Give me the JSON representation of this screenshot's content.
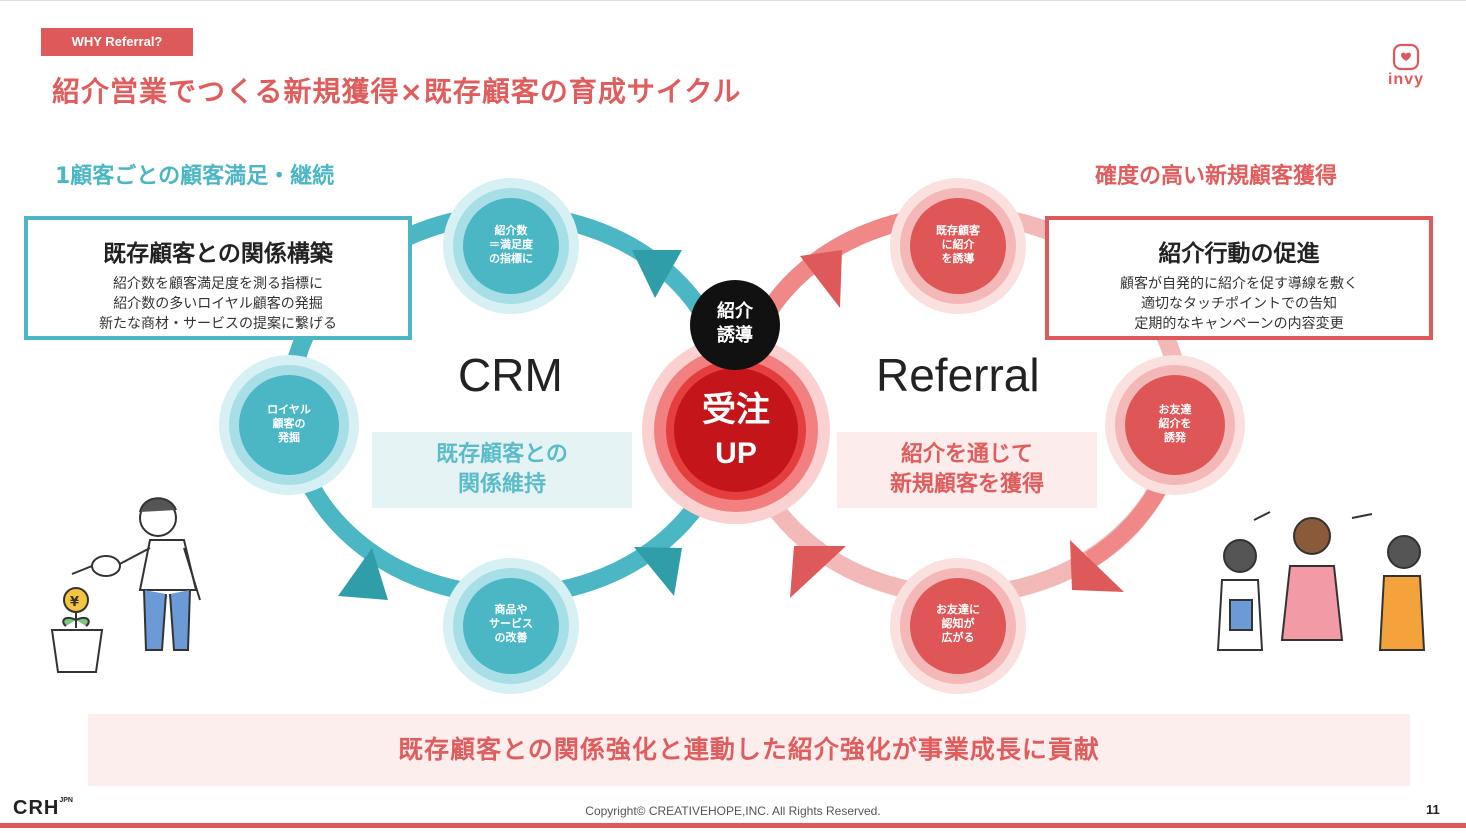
{
  "header": {
    "tag": "WHY Referral?",
    "title": "紹介営業でつくる新規獲得×既存顧客の育成サイクル",
    "logo_text": "invy"
  },
  "left": {
    "subtitle": "1顧客ごとの顧客満足・継続",
    "box_title": "既存顧客との関係構築",
    "box_lines": [
      "紹介数を顧客満足度を測る指標に",
      "紹介数の多いロイヤル顧客の発掘",
      "新たな商材・サービスの提案に繋げる"
    ],
    "cycle_label": "CRM",
    "tile": [
      "既存顧客との",
      "関係維持"
    ],
    "nodes": [
      [
        "紹介数",
        "＝満足度",
        "の指標に"
      ],
      [
        "ロイヤル",
        "顧客の",
        "発掘"
      ],
      [
        "商品や",
        "サービス",
        "の改善"
      ]
    ]
  },
  "right": {
    "subtitle": "確度の高い新規顧客獲得",
    "box_title": "紹介行動の促進",
    "box_lines": [
      "顧客が自発的に紹介を促す導線を敷く",
      "適切なタッチポイントでの告知",
      "定期的なキャンペーンの内容変更"
    ],
    "cycle_label": "Referral",
    "tile": [
      "紹介を通じて",
      "新規顧客を獲得"
    ],
    "nodes": [
      [
        "既存顧客",
        "に紹介",
        "を誘導"
      ],
      [
        "お友達",
        "紹介を",
        "誘発"
      ],
      [
        "お友達に",
        "認知が",
        "広がる"
      ]
    ]
  },
  "center": {
    "black_lines": [
      "紹介",
      "誘導"
    ],
    "red_line1": "受注",
    "red_line2": "UP"
  },
  "banner": "既存顧客との関係強化と連動した紹介強化が事業成長に貢献",
  "footer": {
    "logo": "CRH",
    "logo_sup": "JPN",
    "copyright": "Copyright©  CREATIVEHOPE,INC. All Rights Reserved.",
    "page": "11"
  },
  "colors": {
    "teal": "#4bb6c4",
    "red": "#de5a5a",
    "black": "#111111"
  }
}
